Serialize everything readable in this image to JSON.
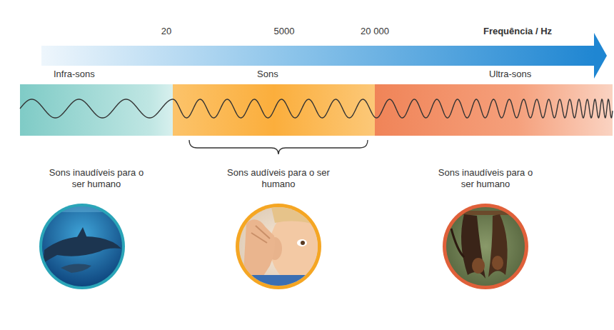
{
  "diagram": {
    "nodes": [
      {
        "text": [
          "Infra-sons"
        ]
      },
      {
        "text": [
          "Sons"
        ]
      },
      {
        "text": [
          "Ultra-sons"
        ]
      }
    ],
    "labels": [
      "20",
      "5000",
      "20 000",
      "Frequência / Hz",
      "Sons inaudíveis para o ser humano",
      "Sons audíveis para o ser humano",
      "Sons inaudíveis para o ser humano"
    ]
  }
}
